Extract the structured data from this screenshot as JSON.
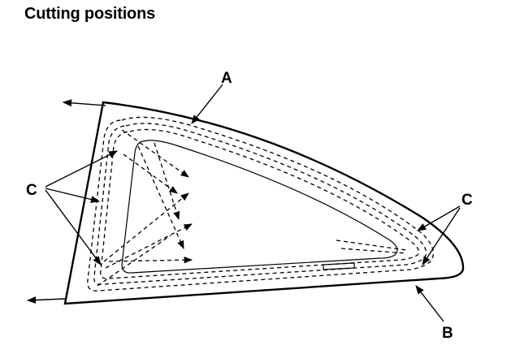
{
  "title": "Cutting positions",
  "labels": {
    "a": "A",
    "b": "B",
    "c_left": "C",
    "c_right": "C"
  }
}
